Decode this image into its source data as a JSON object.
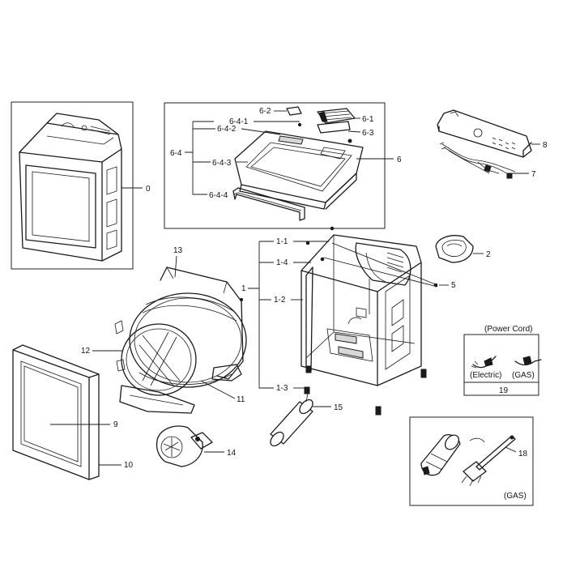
{
  "labels": {
    "p0": "0",
    "p1": "1",
    "p1_1": "1-1",
    "p1_2": "1-2",
    "p1_3": "1-3",
    "p1_4": "1-4",
    "p2": "2",
    "p5": "5",
    "p6": "6",
    "p6_1": "6-1",
    "p6_2": "6-2",
    "p6_3": "6-3",
    "p6_4": "6-4",
    "p6_4_1": "6-4-1",
    "p6_4_2": "6-4-2",
    "p6_4_3": "6-4-3",
    "p6_4_4": "6-4-4",
    "p7": "7",
    "p8": "8",
    "p9": "9",
    "p10": "10",
    "p11": "11",
    "p12": "12",
    "p13": "13",
    "p14": "14",
    "p15": "15",
    "p18": "18",
    "p19": "19"
  },
  "power_cord_box": {
    "title": "(Power Cord)",
    "electric": "(Electric)",
    "gas": "(GAS)",
    "number": "19"
  },
  "gas_box": {
    "gas": "(GAS)"
  }
}
